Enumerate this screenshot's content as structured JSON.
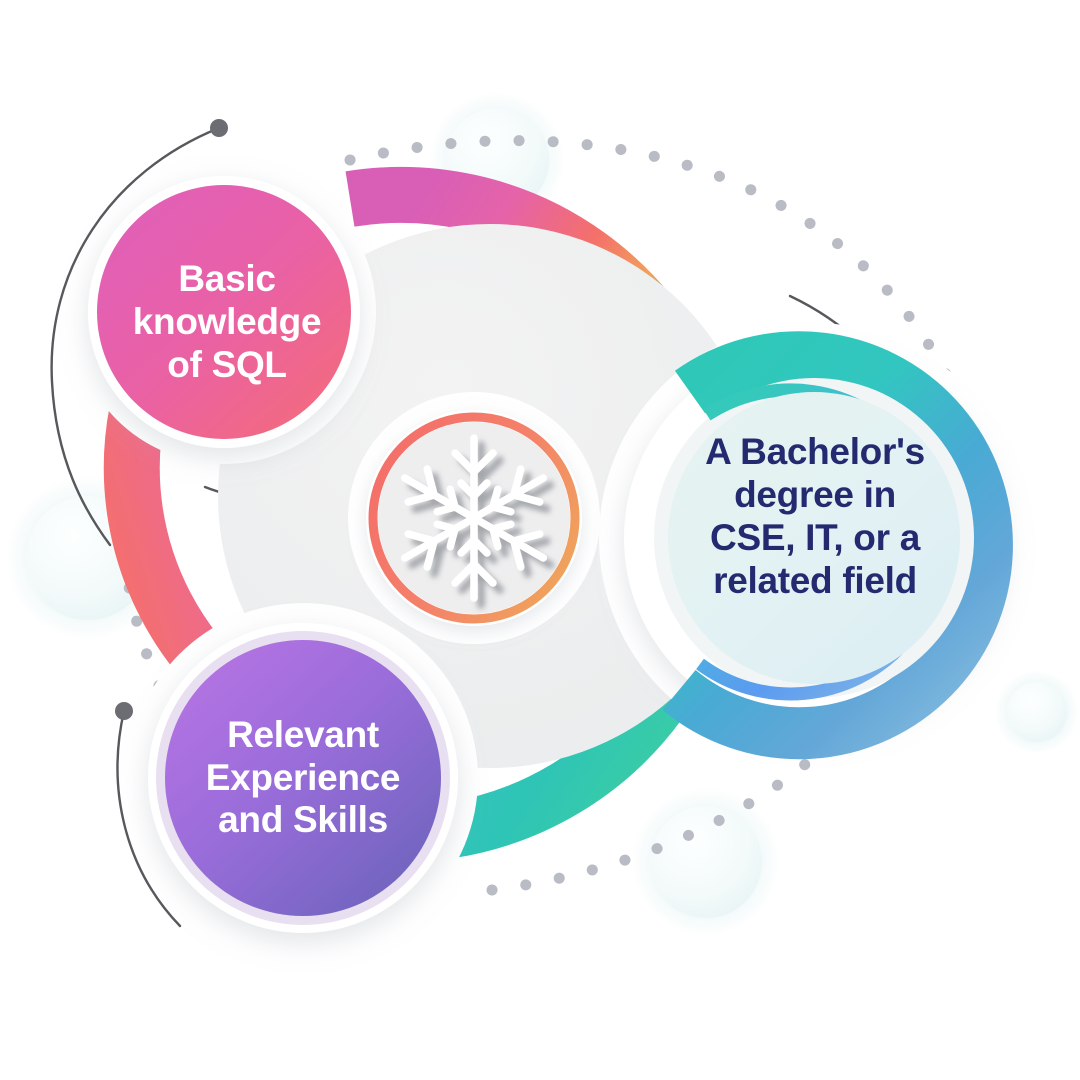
{
  "diagram": {
    "type": "circular-node-infographic",
    "center_icon": "snowflake-icon",
    "background_color": "#ffffff",
    "nodes": [
      {
        "id": "sql",
        "label": "Basic\nknowledge\nof SQL",
        "text_color": "#ffffff",
        "fill_from": "#e05fb4",
        "fill_to": "#f26a7e",
        "position": "top-left"
      },
      {
        "id": "degree",
        "label": "A Bachelor's\ndegree in\nCSE, IT, or a\nrelated field",
        "text_color": "#232a70",
        "fill_from": "#e3f1f0",
        "fill_to": "#dceef2",
        "ring_from": "#2ec4b6",
        "ring_to": "#3f8fd8",
        "position": "right"
      },
      {
        "id": "experience",
        "label": "Relevant\nExperience\nand Skills",
        "text_color": "#ffffff",
        "fill_from": "#b06ade",
        "fill_to": "#6b62b8",
        "position": "bottom-left"
      }
    ],
    "center": {
      "icon_name": "snowflake-icon",
      "icon_color": "#ffffff",
      "disc_color": "#eeeeee",
      "ring_from": "#f4706a",
      "ring_to": "#f0a05c"
    },
    "main_ring": {
      "stops": [
        "#e05fb4",
        "#f06f8b",
        "#f4706a",
        "#f0a05c",
        "#2ec4b6",
        "#3fd0a0"
      ],
      "description": "large gradient arc connecting the three nodes"
    },
    "decor": {
      "dot_color": "#b9bcc4",
      "arc_line_color": "#57585c",
      "bubble_color": "#f4fbfb"
    }
  }
}
